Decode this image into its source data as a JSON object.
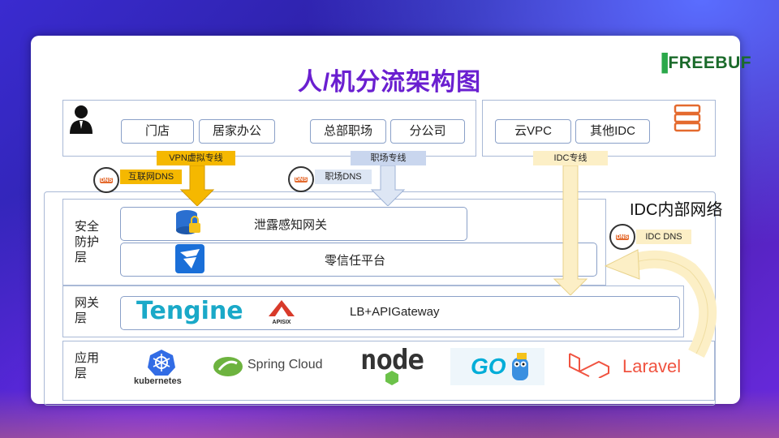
{
  "title": "人/机分流架构图",
  "logo": "FREEBUF",
  "top": {
    "people_chips": [
      "门店",
      "居家办公",
      "总部职场",
      "分公司"
    ],
    "cloud_chips": [
      "云VPC",
      "其他IDC"
    ]
  },
  "paths": {
    "vpn": "VPN虚拟专线",
    "office_line": "职场专线",
    "idc_line": "IDC专线",
    "internet_dns": "互联网DNS",
    "office_dns": "职场DNS",
    "idc_dns": "IDC DNS"
  },
  "idc_network": "IDC内部网络",
  "layers": {
    "security": "安全防护层",
    "gateway": "网关层",
    "app": "应用层"
  },
  "security_items": [
    "泄露感知网关",
    "零信任平台"
  ],
  "gateway_item": "LB+APIGateway",
  "gateway_brands": [
    "Tengine",
    "APISIX"
  ],
  "app_brands": [
    "kubernetes",
    "Spring Cloud",
    "node",
    "GO",
    "Laravel"
  ],
  "colors": {
    "title": "#6a1fd0",
    "vpn": "#f5b800",
    "office": "#c9d6ee",
    "idc": "#fcefc6"
  }
}
